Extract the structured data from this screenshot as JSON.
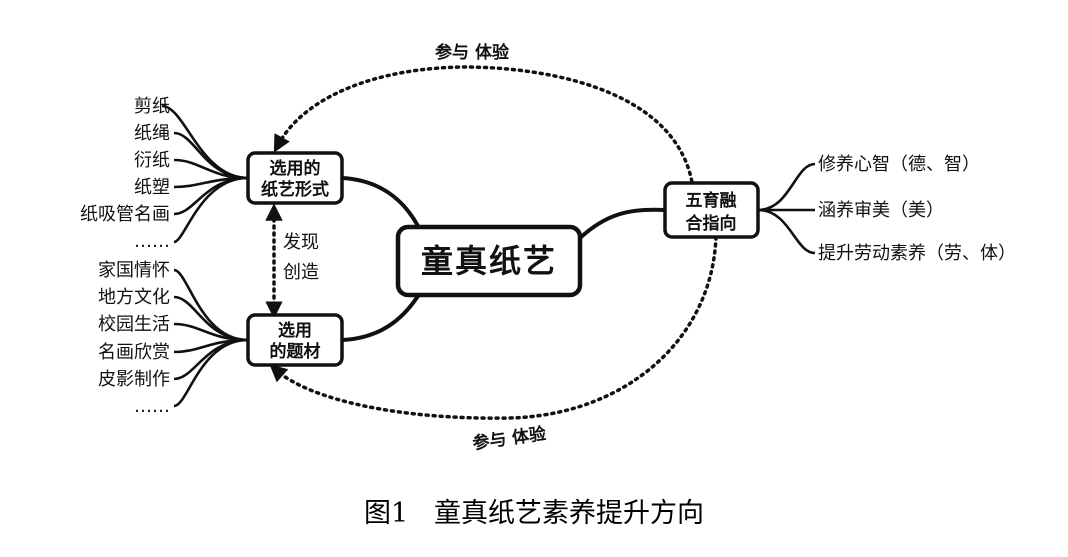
{
  "center": {
    "label": "童真纸艺"
  },
  "left_top_node": {
    "lines": [
      "选用的",
      "纸艺形式"
    ]
  },
  "left_bottom_node": {
    "lines": [
      "选用",
      "的题材"
    ]
  },
  "right_node": {
    "lines": [
      "五育融",
      "合指向"
    ]
  },
  "between_label": {
    "lines": [
      "发现",
      "创造"
    ]
  },
  "arc_top_label": "参与  体验",
  "arc_bottom_label": "参与  体验",
  "forms": [
    "剪纸",
    "纸绳",
    "衍纸",
    "纸塑",
    "纸吸管名画",
    "……"
  ],
  "themes": [
    "家国情怀",
    "地方文化",
    "校园生活",
    "名画欣赏",
    "皮影制作",
    "……"
  ],
  "directions": [
    "修养心智（德、智）",
    "涵养审美（美）",
    "提升劳动素养（劳、体）"
  ],
  "caption": "图1   童真纸艺素养提升方向"
}
